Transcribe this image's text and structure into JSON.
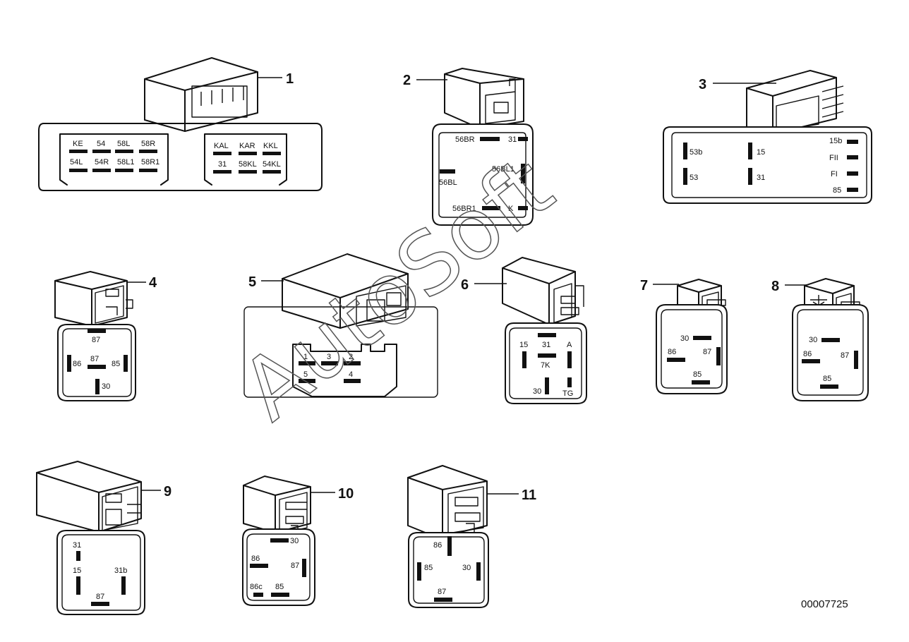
{
  "callouts": [
    "1",
    "2",
    "3",
    "4",
    "5",
    "6",
    "7",
    "8",
    "9",
    "10",
    "11"
  ],
  "document_number": "00007725",
  "watermark": "AutoSoft",
  "relay_1": {
    "left_labels": [
      "KE",
      "54",
      "58L",
      "58R",
      "54L",
      "54R",
      "58L1",
      "58R1"
    ],
    "right_labels": [
      "KAL",
      "KAR",
      "KKL",
      "31",
      "58KL",
      "54KL"
    ]
  },
  "relay_2": {
    "labels": [
      "56BR",
      "31",
      "56BL1",
      "56BL",
      "56BR1",
      "K"
    ]
  },
  "relay_3": {
    "labels": [
      "53b",
      "15",
      "15b",
      "FII",
      "53",
      "31",
      "FI",
      "85"
    ]
  },
  "relay_4": {
    "labels": [
      "87",
      "86",
      "87",
      "85",
      "30"
    ]
  },
  "relay_5": {
    "labels": [
      "1",
      "3",
      "2",
      "5",
      "4"
    ]
  },
  "relay_6": {
    "labels": [
      "15",
      "31",
      "A",
      "7K",
      "30",
      "TG"
    ]
  },
  "relay_7": {
    "labels": [
      "30",
      "86",
      "87",
      "85"
    ]
  },
  "relay_8": {
    "labels": [
      "30",
      "86",
      "87",
      "85"
    ]
  },
  "relay_9": {
    "labels": [
      "31",
      "15",
      "31b",
      "87"
    ]
  },
  "relay_10": {
    "labels": [
      "30",
      "86",
      "87",
      "86c",
      "85"
    ]
  },
  "relay_11": {
    "labels": [
      "86",
      "85",
      "30",
      "87"
    ]
  }
}
